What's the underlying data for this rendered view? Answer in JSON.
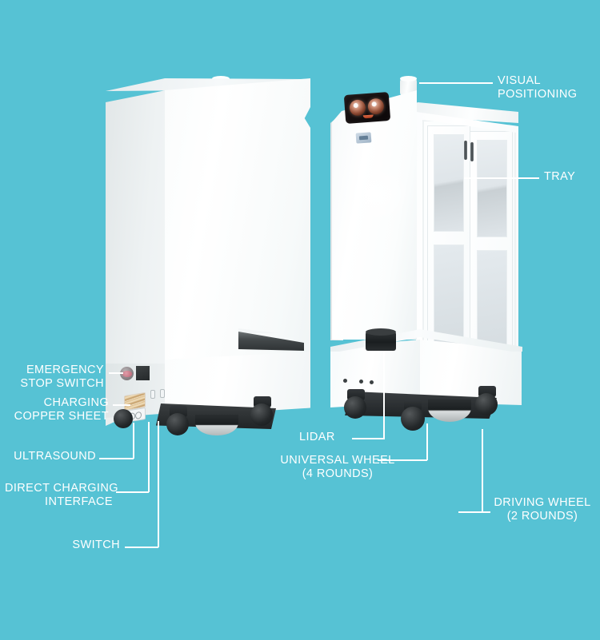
{
  "diagram": {
    "title": "Delivery robot component callout diagram",
    "background_color": "#56c2d4",
    "label_color": "#ffffff"
  },
  "labels": {
    "visual_positioning": "VISUAL\nPOSITIONING",
    "tray": "TRAY",
    "emergency_stop_switch": "EMERGENCY\nSTOP SWITCH",
    "charging_copper_sheet": "CHARGING\nCOPPER SHEET",
    "ultrasound": "ULTRASOUND",
    "direct_charging_interface": "DIRECT CHARGING\nINTERFACE",
    "switch": "SWITCH",
    "lidar": "LIDAR",
    "universal_wheel": "UNIVERSAL WHEEL\n(4 ROUNDS)",
    "driving_wheel": "DRIVING WHEEL\n(2 ROUNDS)"
  },
  "views": {
    "left": "rear view of robot",
    "right": "front view of robot"
  },
  "parts": {
    "antenna": "visual-positioning-antenna",
    "face_screen": "robot-face-screen",
    "cabinet": "tray-cabinet-with-glass-doors",
    "lidar_puck": "lidar-sensor",
    "estop": "emergency-stop-button",
    "copper": "charging-copper-sheet",
    "ports": "direct-charging-ports",
    "ultrasound": "ultrasound-sensors",
    "drive_wheel": "driving-wheel",
    "caster": "universal-caster-wheel"
  }
}
